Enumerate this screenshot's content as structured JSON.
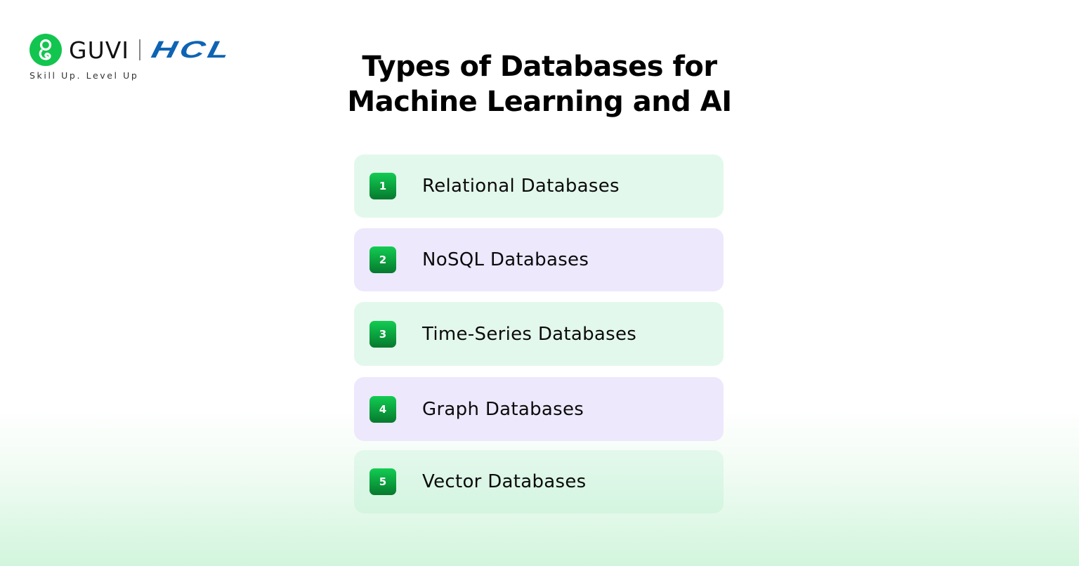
{
  "logo": {
    "brand": "GUVI",
    "partner": "HCL",
    "tagline": "Skill Up. Level Up",
    "icon": "guvi-g-icon",
    "brand_color": "#12c54f",
    "partner_color": "#0e64b4"
  },
  "title": {
    "line1": "Types of Databases for",
    "line2": "Machine Learning and AI"
  },
  "items": [
    {
      "number": "1",
      "label": "Relational Databases",
      "bg": "#e3f8ec"
    },
    {
      "number": "2",
      "label": "NoSQL Databases",
      "bg": "#ede8fc"
    },
    {
      "number": "3",
      "label": "Time-Series Databases",
      "bg": "#e3f8ec"
    },
    {
      "number": "4",
      "label": "Graph Databases",
      "bg": "#ede8fc"
    },
    {
      "number": "5",
      "label": "Vector Databases",
      "bg": "#e3f8ec"
    }
  ],
  "colors": {
    "badge": "#0a9b3c",
    "background_bottom": "#d2f5dd"
  }
}
